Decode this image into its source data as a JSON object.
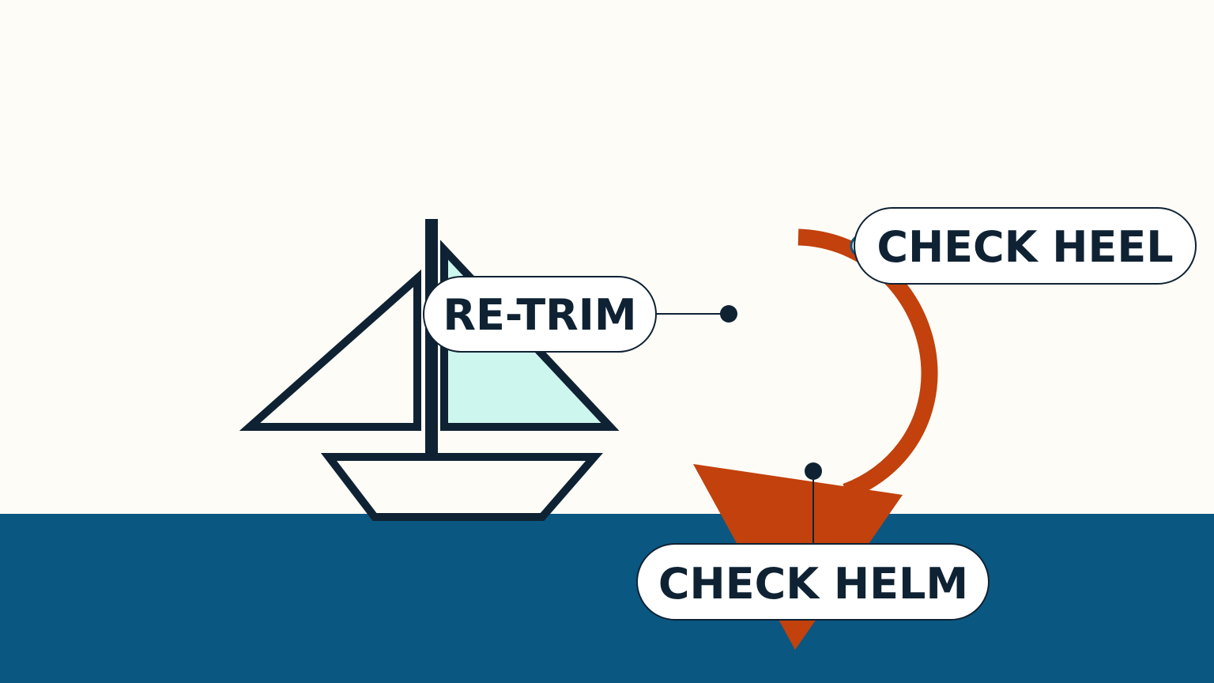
{
  "labels": {
    "retrim": "RE-TRIM",
    "check_heel": "CHECK HEEL",
    "check_helm": "CHECK HELM"
  },
  "colors": {
    "background": "#fdfcf7",
    "water": "#0a5782",
    "ink": "#0f2233",
    "jib_fill": "#cdf7ee",
    "accent": "#c2410c",
    "pill_fill": "#ffffff"
  },
  "icons": {
    "boat": "sailboat-icon",
    "arrow": "curved-arrow-icon",
    "wedge": "wedge-icon"
  }
}
